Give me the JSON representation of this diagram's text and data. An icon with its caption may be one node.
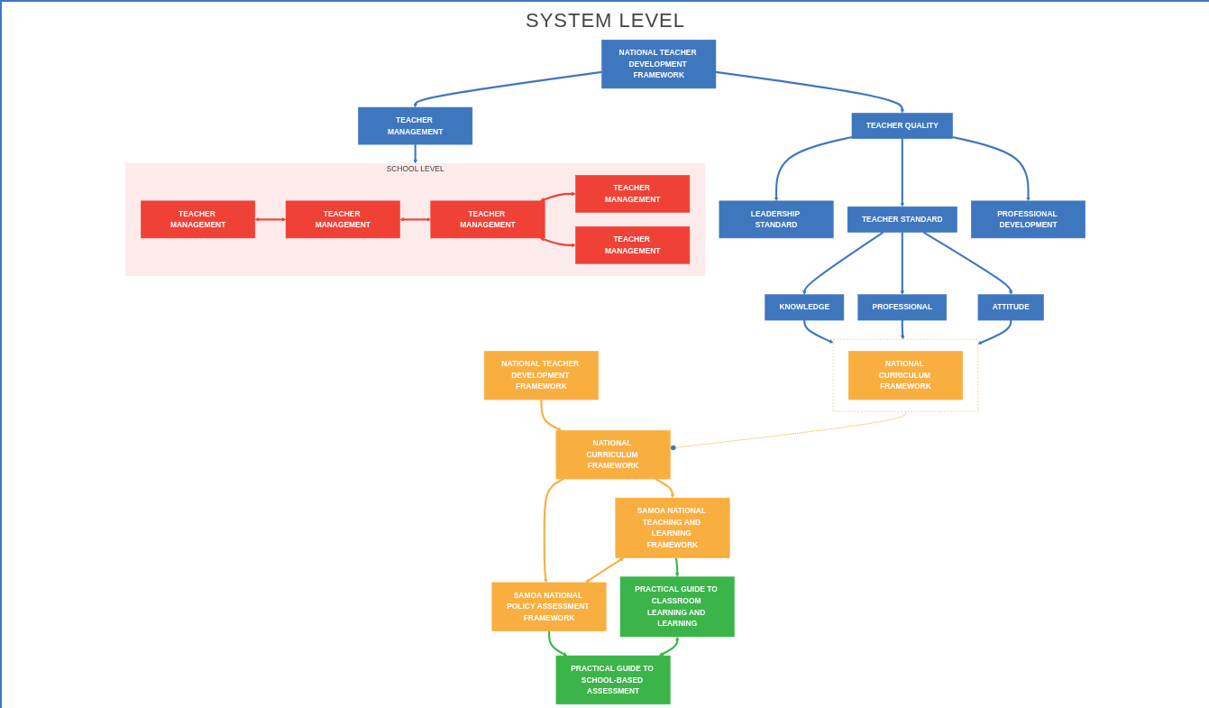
{
  "diagram": {
    "title": "SYSTEM LEVEL",
    "nodes": [
      {
        "text": [
          "NATIONAL TEACHER DEVELOPMENT FRAMEWORK"
        ]
      },
      {
        "text": [
          "TEACHER MANAGEMENT"
        ]
      },
      {
        "text": [
          "TEACHER QUALITY"
        ]
      },
      {
        "text": [
          "LEADERSHIP STANDARD"
        ]
      },
      {
        "text": [
          "TEACHER STANDARD"
        ]
      },
      {
        "text": [
          "PROFESSIONAL DEVELOPMENT"
        ]
      },
      {
        "text": [
          "KNOWLEDGE"
        ]
      },
      {
        "text": [
          "PROFESSIONAL"
        ]
      },
      {
        "text": [
          "ATTITUDE"
        ]
      },
      {
        "text": [],
        "shape": "box"
      },
      {
        "text": [
          "NATIONAL CURRICULUM FRAMEWORK"
        ],
        "in": 9
      },
      {
        "text": [
          "NATIONAL TEACHER DEVELOPMENT FRAMEWORK"
        ]
      },
      {
        "text": [
          "NATIONAL CURRICULUM FRAMEWORK"
        ]
      },
      {
        "text": [
          "SAMOA NATIONAL TEACHING AND LEARNING FRAMEWORK"
        ]
      },
      {
        "text": [
          "SAMOA NATIONAL POLICY ASSESSMENT FRAMEWORK"
        ]
      },
      {
        "text": [
          "PRACTICAL GUIDE TO CLASSROOM LEARNING AND LEARNING"
        ]
      },
      {
        "text": [
          "PRACTICAL GUIDE TO SCHOOL-BASED ASSESSMENT"
        ]
      },
      {
        "text": [
          "SCHOOL LEVEL"
        ]
      },
      {
        "text": [
          "TEACHER MANAGEMENT"
        ],
        "in": 17
      },
      {
        "text": [
          "TEACHER MANAGEMENT"
        ],
        "in": 17
      },
      {
        "text": [
          "TEACHER MANAGEMENT"
        ],
        "in": 17
      },
      {
        "text": [
          "TEACHER MANAGEMENT"
        ],
        "in": 17
      },
      {
        "text": [
          "TEACHER MANAGEMENT"
        ],
        "in": 17
      }
    ],
    "edges": [
      {
        "from": 0,
        "to": 1,
        "arrow": "to"
      },
      {
        "from": 0,
        "to": 2,
        "arrow": "to"
      },
      {
        "from": 2,
        "to": 3,
        "arrow": "to"
      },
      {
        "from": 2,
        "to": 4,
        "arrow": "to"
      },
      {
        "from": 2,
        "to": 5,
        "arrow": "to"
      },
      {
        "from": 4,
        "to": 6,
        "arrow": "to"
      },
      {
        "from": 4,
        "to": 7,
        "arrow": "to"
      },
      {
        "from": 4,
        "to": 8,
        "arrow": "to"
      },
      {
        "from": 6,
        "to": 9,
        "arrow": "to"
      },
      {
        "from": 7,
        "to": 9,
        "arrow": "to"
      },
      {
        "from": 8,
        "to": 9,
        "arrow": "to"
      },
      {
        "from": 1,
        "to": 17,
        "arrow": "to"
      },
      {
        "from": 9,
        "to": 12,
        "arrow": "other",
        "style": "dashed",
        "color": "#f9ae40"
      },
      {
        "from": 11,
        "to": 12,
        "arrow": "to",
        "color": "#f9ae40"
      },
      {
        "from": 12,
        "to": 13,
        "arrow": "to",
        "color": "#f9ae40"
      },
      {
        "from": 12,
        "to": 14,
        "arrow": "to",
        "color": "#f9ae40"
      },
      {
        "from": 13,
        "to": 14,
        "arrow": "both",
        "color": "#f9ae40"
      },
      {
        "from": 13,
        "to": 15,
        "arrow": "to",
        "color": "#3bb54a"
      },
      {
        "from": 14,
        "to": 16,
        "arrow": "to",
        "color": "#3bb54a"
      },
      {
        "from": 15,
        "to": 16,
        "arrow": "both",
        "color": "#3bb54a"
      },
      {
        "from": 18,
        "to": 19,
        "arrow": "both",
        "color": "#ef4136"
      },
      {
        "from": 19,
        "to": 20,
        "arrow": "both",
        "color": "#ef4136"
      },
      {
        "from": 20,
        "to": 21,
        "arrow": "both",
        "color": "#ef4136"
      },
      {
        "from": 20,
        "to": 22,
        "arrow": "both",
        "color": "#ef4136"
      }
    ]
  }
}
